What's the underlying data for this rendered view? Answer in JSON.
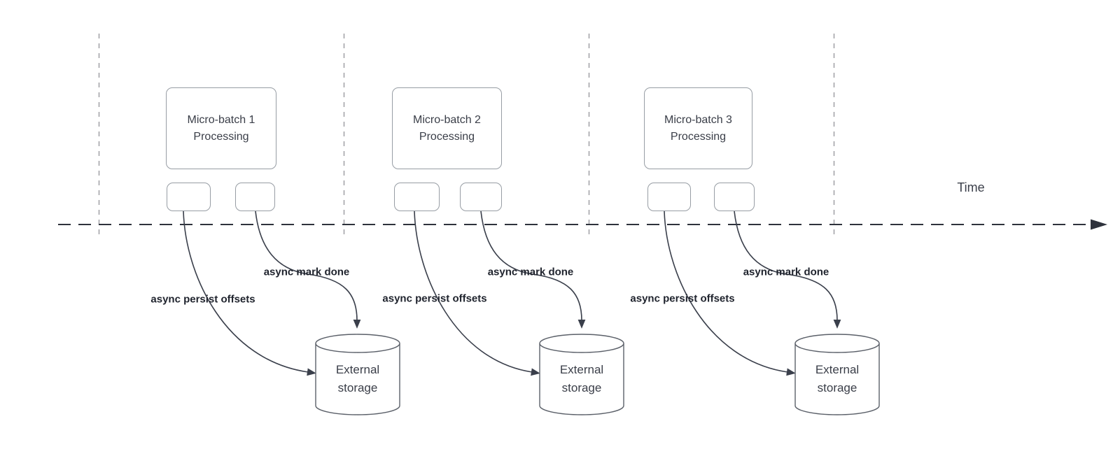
{
  "diagram": {
    "time_axis_label": "Time",
    "sections": [
      {
        "processing": {
          "line1": "Micro-batch 1",
          "line2": "Processing"
        },
        "persist_label": "async persist offsets",
        "mark_done_label": "async mark done",
        "storage": {
          "line1": "External",
          "line2": "storage"
        }
      },
      {
        "processing": {
          "line1": "Micro-batch 2",
          "line2": "Processing"
        },
        "persist_label": "async persist offsets",
        "mark_done_label": "async mark done",
        "storage": {
          "line1": "External",
          "line2": "storage"
        }
      },
      {
        "processing": {
          "line1": "Micro-batch 3",
          "line2": "Processing"
        },
        "persist_label": "async persist offsets",
        "mark_done_label": "async mark done",
        "storage": {
          "line1": "External",
          "line2": "storage"
        }
      }
    ],
    "colors": {
      "background": "#ffffff",
      "guide_dash": "#a0a0a5",
      "timeline": "#2e323c",
      "arrow": "#3a3f4b",
      "box_border": "#979da4",
      "box_text": "#3a3e48",
      "label_text": "#20242e"
    }
  }
}
